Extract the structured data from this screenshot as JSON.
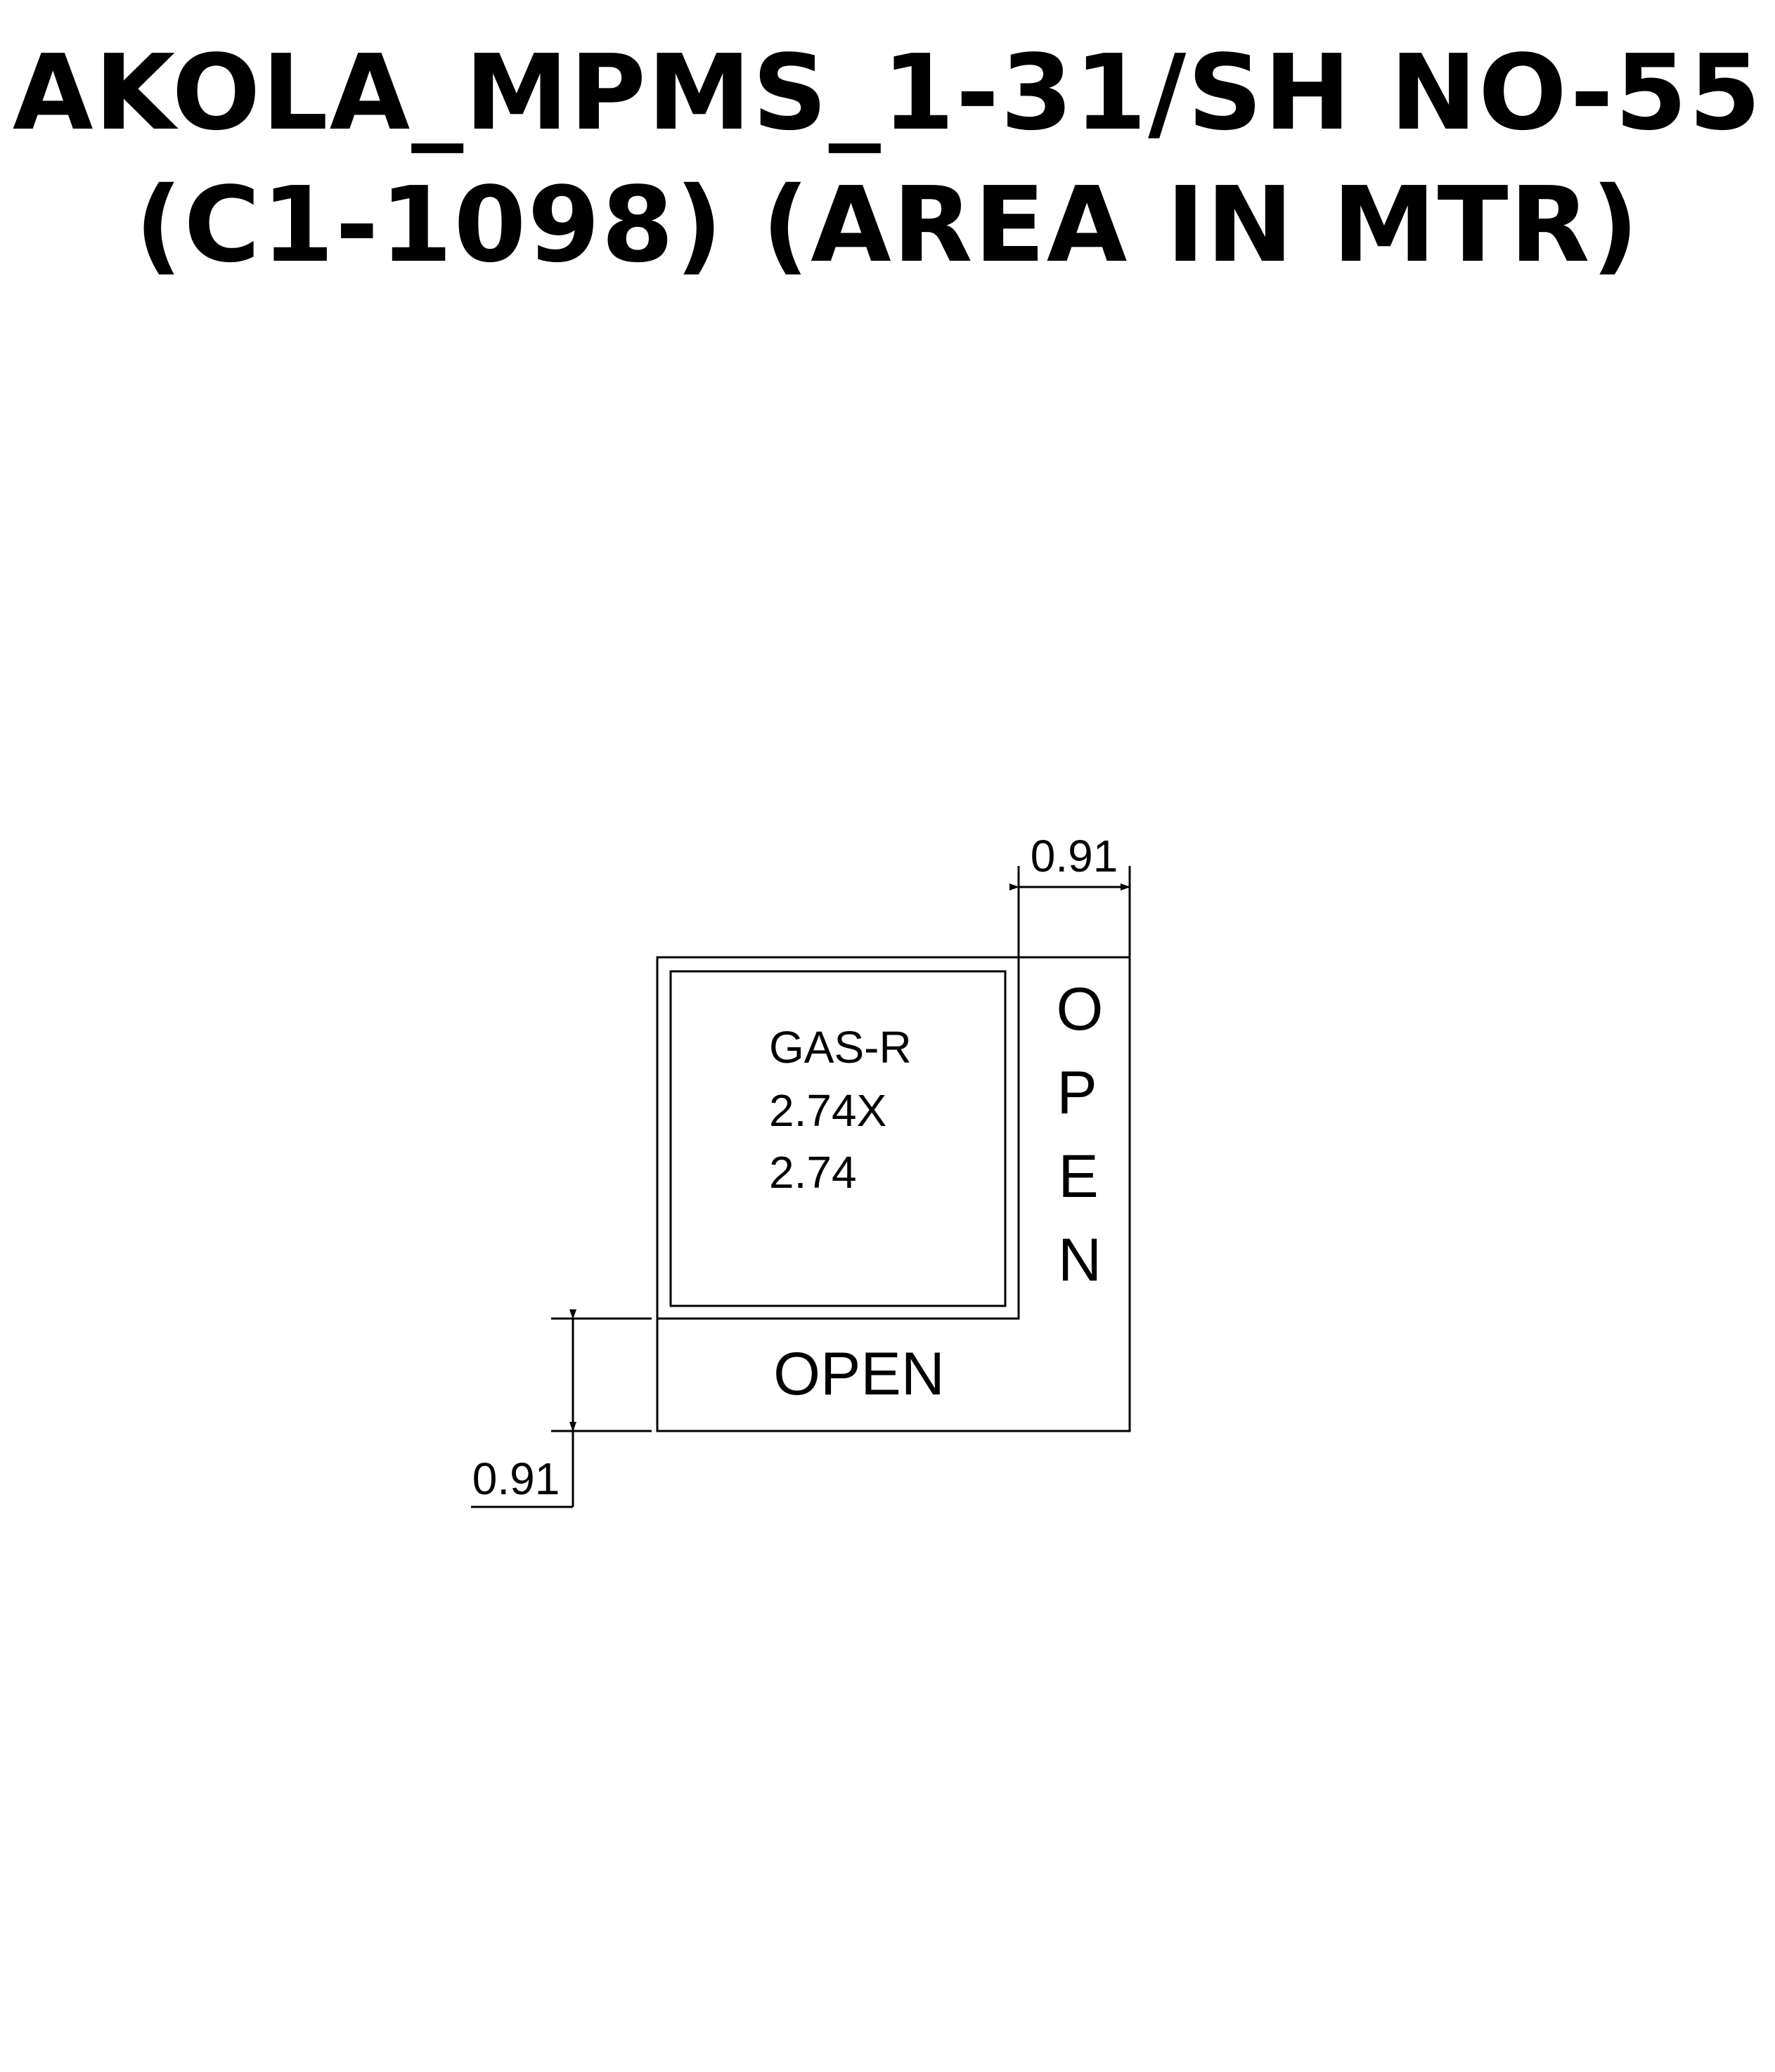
{
  "title": {
    "line1": "AKOLA_MPMS_1-31/SH NO-55",
    "line2": "(C1-1098) (AREA IN MTR)"
  },
  "room": {
    "name": "GAS-R",
    "dim_line1": "2.74X",
    "dim_line2": "2.74"
  },
  "open_right": {
    "letters": [
      "O",
      "P",
      "E",
      "N"
    ]
  },
  "open_bottom": {
    "label": "OPEN"
  },
  "dimensions": {
    "right_width": "0.91",
    "bottom_height": "0.91"
  }
}
